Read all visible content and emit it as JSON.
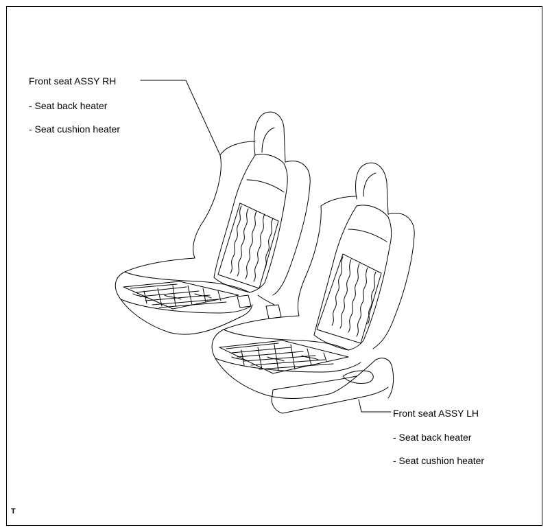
{
  "callouts": {
    "rh": {
      "title": "Front seat ASSY RH",
      "items": [
        "- Seat back heater",
        "- Seat cushion heater"
      ]
    },
    "lh": {
      "title": "Front seat ASSY LH",
      "items": [
        "- Seat back heater",
        "- Seat cushion heater"
      ]
    }
  },
  "corner_mark": "T"
}
